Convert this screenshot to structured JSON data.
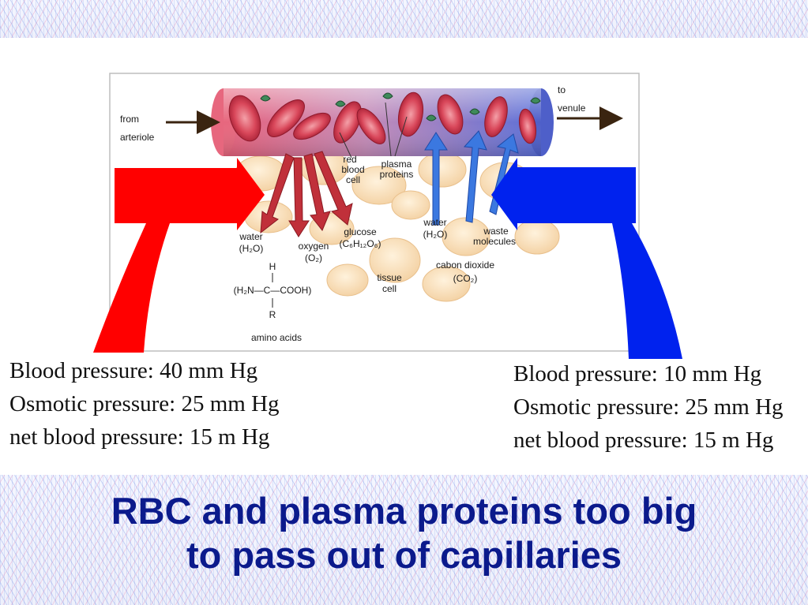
{
  "diagram": {
    "from_arteriole": [
      "from",
      "arteriole"
    ],
    "to_venule": [
      "to",
      "venule"
    ],
    "red_blood_cell": [
      "red",
      "blood",
      "cell"
    ],
    "plasma_proteins": [
      "plasma",
      "proteins"
    ],
    "water_out": [
      "water",
      "(H₂O)"
    ],
    "oxygen": [
      "oxygen",
      "(O₂)"
    ],
    "glucose": [
      "glucose",
      "(C₆H₁₂O₆)"
    ],
    "water_in": [
      "water",
      "(H₂O)"
    ],
    "waste": [
      "waste",
      "molecules"
    ],
    "carbon_dioxide": [
      "cabon dioxide",
      "(CO₂)"
    ],
    "tissue_cell": [
      "tissue",
      "cell"
    ],
    "amino_top": "H",
    "amino_middle": "(H₂N—C—COOH)",
    "amino_bottom": "R",
    "amino_acids": "amino acids"
  },
  "pressure_left": {
    "blood": "Blood pressure: 40 mm Hg",
    "osmotic": "Osmotic pressure: 25 mm Hg",
    "net": "net blood pressure: 15 m Hg"
  },
  "pressure_right": {
    "blood": "Blood pressure: 10 mm Hg",
    "osmotic": "Osmotic pressure: 25 mm Hg",
    "net": "net blood pressure: 15 m Hg"
  },
  "title": {
    "line1": "RBC and plasma proteins too big",
    "line2": "to pass out of capillaries"
  },
  "colors": {
    "arterial": "#ff0000",
    "venous": "#0022ee",
    "title": "#0b1a8c"
  }
}
